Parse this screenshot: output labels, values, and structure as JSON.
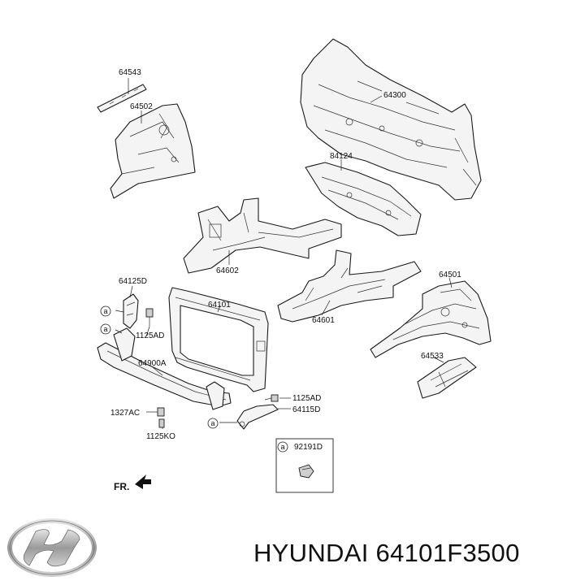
{
  "parts": [
    {
      "id": "p64543",
      "label": "64543"
    },
    {
      "id": "p64502",
      "label": "64502"
    },
    {
      "id": "p64300",
      "label": "64300"
    },
    {
      "id": "p84124",
      "label": "84124"
    },
    {
      "id": "p64602",
      "label": "64602"
    },
    {
      "id": "p64125D",
      "label": "64125D"
    },
    {
      "id": "p64101",
      "label": "64101"
    },
    {
      "id": "p64601",
      "label": "64601"
    },
    {
      "id": "p64501",
      "label": "64501"
    },
    {
      "id": "p1125AD_a",
      "label": "1125AD"
    },
    {
      "id": "p64900A",
      "label": "64900A"
    },
    {
      "id": "p64533",
      "label": "64533"
    },
    {
      "id": "p1125AD_b",
      "label": "1125AD"
    },
    {
      "id": "p64115D",
      "label": "64115D"
    },
    {
      "id": "p1327AC",
      "label": "1327AC"
    },
    {
      "id": "p1125KO",
      "label": "1125KO"
    },
    {
      "id": "p92191D",
      "label": "92191D"
    }
  ],
  "reference_letter": "a",
  "front_indicator": "FR.",
  "brand": "HYUNDAI",
  "part_number": "64101F3500",
  "caption": "HYUNDAI 64101F3500"
}
